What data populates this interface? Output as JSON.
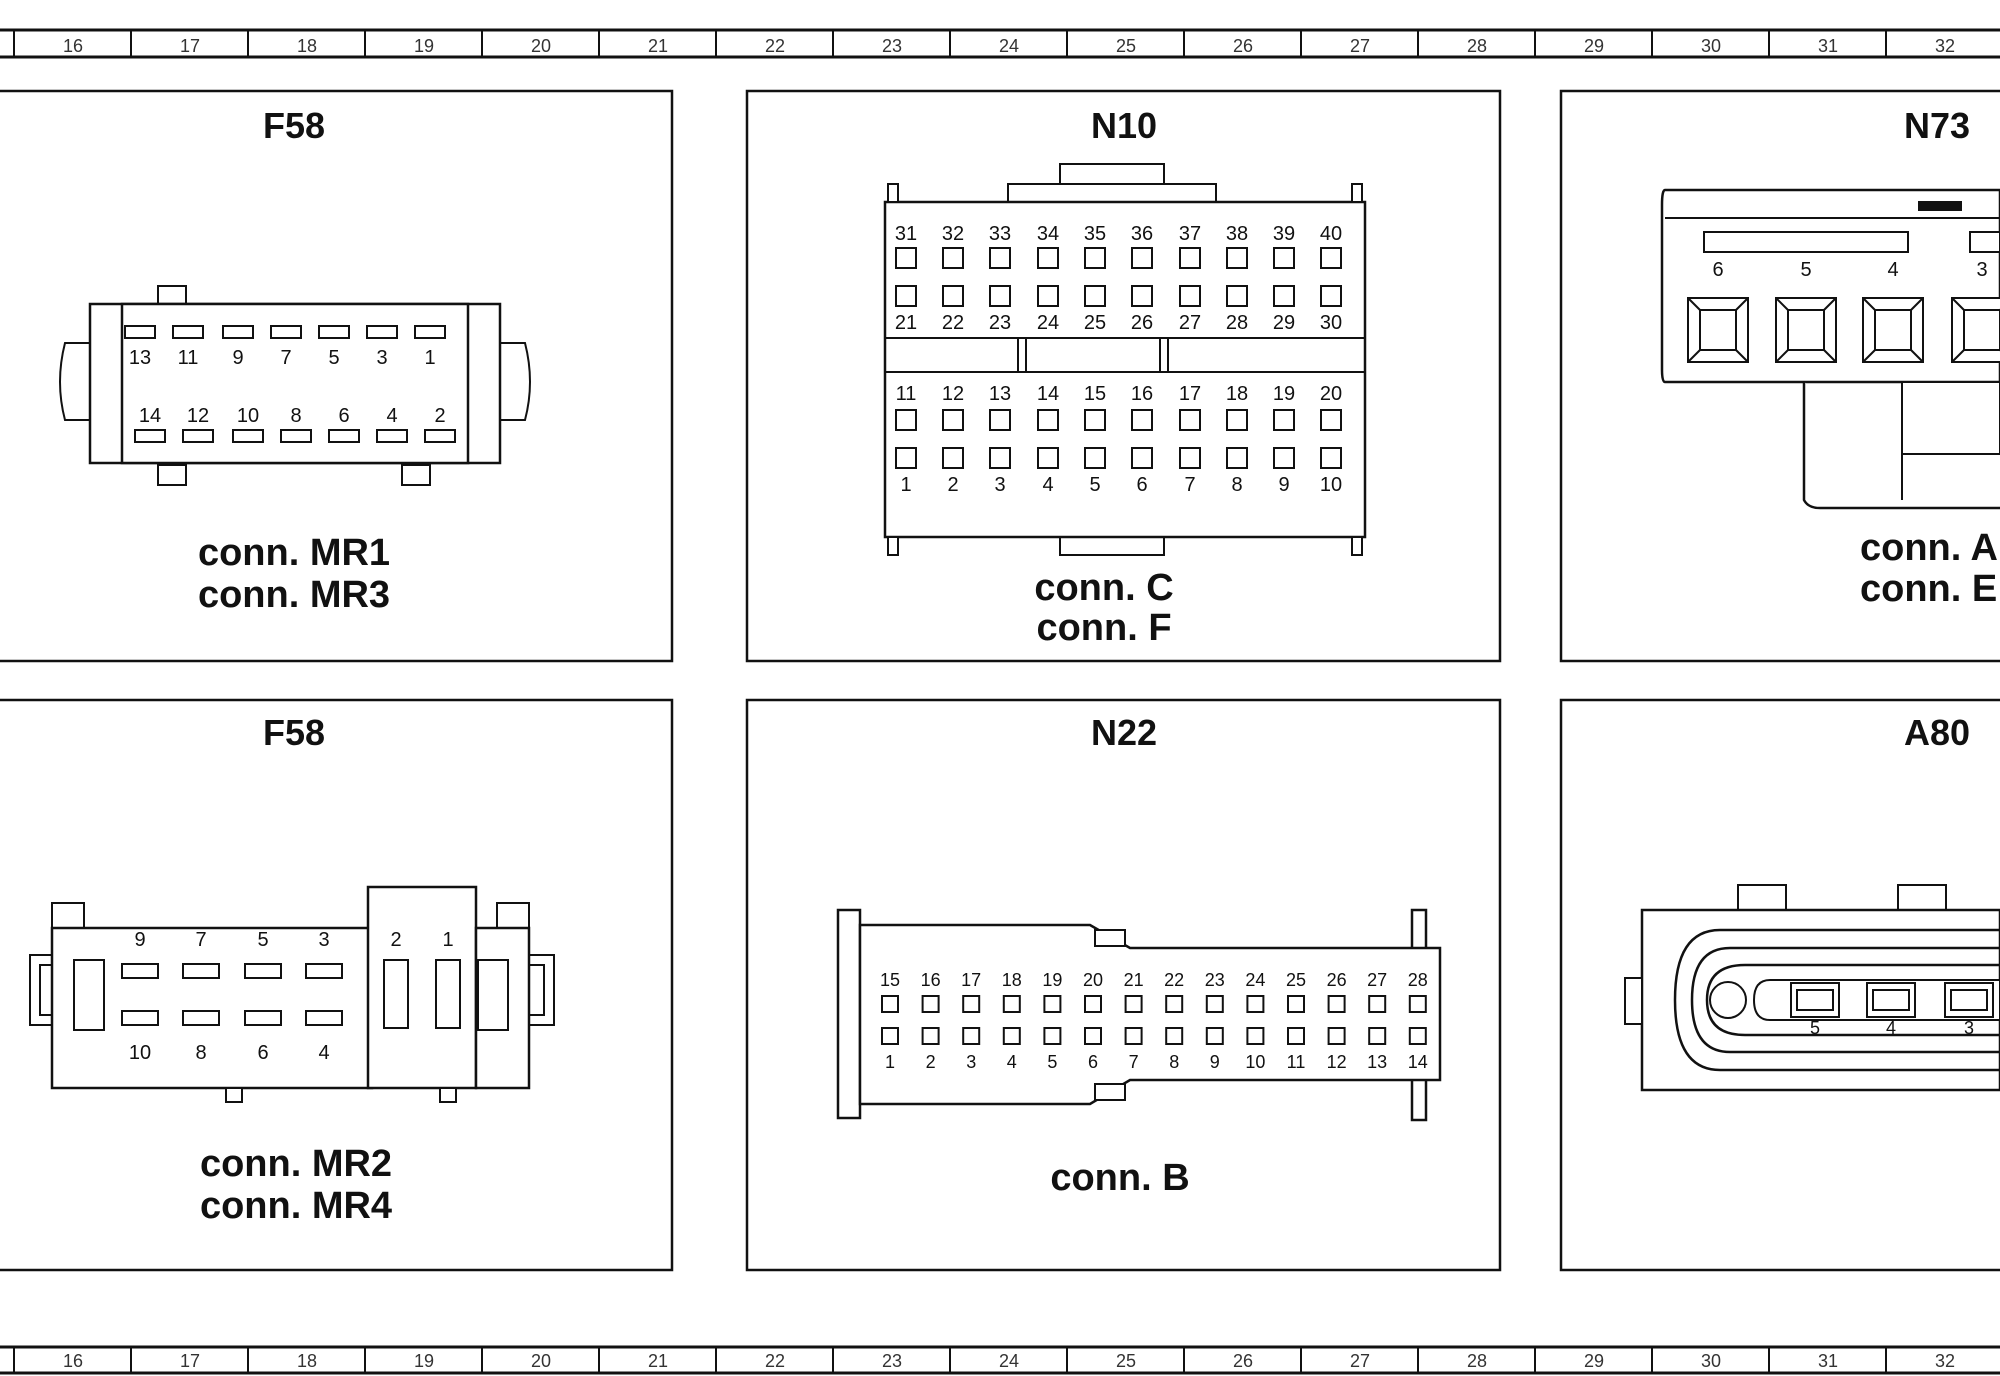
{
  "ruler": {
    "labels": [
      "16",
      "17",
      "18",
      "19",
      "20",
      "21",
      "22",
      "23",
      "24",
      "25",
      "26",
      "27",
      "28",
      "29",
      "30",
      "31",
      "32"
    ]
  },
  "panels": {
    "f58_top": {
      "title": "F58",
      "conn_lines": [
        "conn. MR1",
        "conn. MR3"
      ],
      "top_pins": [
        "13",
        "11",
        "9",
        "7",
        "5",
        "3",
        "1"
      ],
      "bottom_pins": [
        "14",
        "12",
        "10",
        "8",
        "6",
        "4",
        "2"
      ]
    },
    "n10": {
      "title": "N10",
      "conn_lines": [
        "conn. C",
        "conn. F"
      ],
      "row1": [
        "31",
        "32",
        "33",
        "34",
        "35",
        "36",
        "37",
        "38",
        "39",
        "40"
      ],
      "row2": [
        "21",
        "22",
        "23",
        "24",
        "25",
        "26",
        "27",
        "28",
        "29",
        "30"
      ],
      "row3": [
        "11",
        "12",
        "13",
        "14",
        "15",
        "16",
        "17",
        "18",
        "19",
        "20"
      ],
      "row4": [
        "1",
        "2",
        "3",
        "4",
        "5",
        "6",
        "7",
        "8",
        "9",
        "10"
      ]
    },
    "n73": {
      "title": "N73",
      "conn_lines": [
        "conn. A",
        "conn. E"
      ],
      "pins": [
        "6",
        "5",
        "4",
        "3"
      ]
    },
    "f58_bottom": {
      "title": "F58",
      "conn_lines": [
        "conn. MR2",
        "conn. MR4"
      ],
      "top_pins": [
        "9",
        "7",
        "5",
        "3"
      ],
      "bottom_pins": [
        "10",
        "8",
        "6",
        "4"
      ],
      "right_pins": [
        "2",
        "1"
      ]
    },
    "n22": {
      "title": "N22",
      "conn_lines": [
        "conn. B"
      ],
      "top_pins": [
        "15",
        "16",
        "17",
        "18",
        "19",
        "20",
        "21",
        "22",
        "23",
        "24",
        "25",
        "26",
        "27",
        "28"
      ],
      "bottom_pins": [
        "1",
        "2",
        "3",
        "4",
        "5",
        "6",
        "7",
        "8",
        "9",
        "10",
        "11",
        "12",
        "13",
        "14"
      ]
    },
    "a80": {
      "title": "A80",
      "pins": [
        "5",
        "4",
        "3"
      ]
    }
  }
}
